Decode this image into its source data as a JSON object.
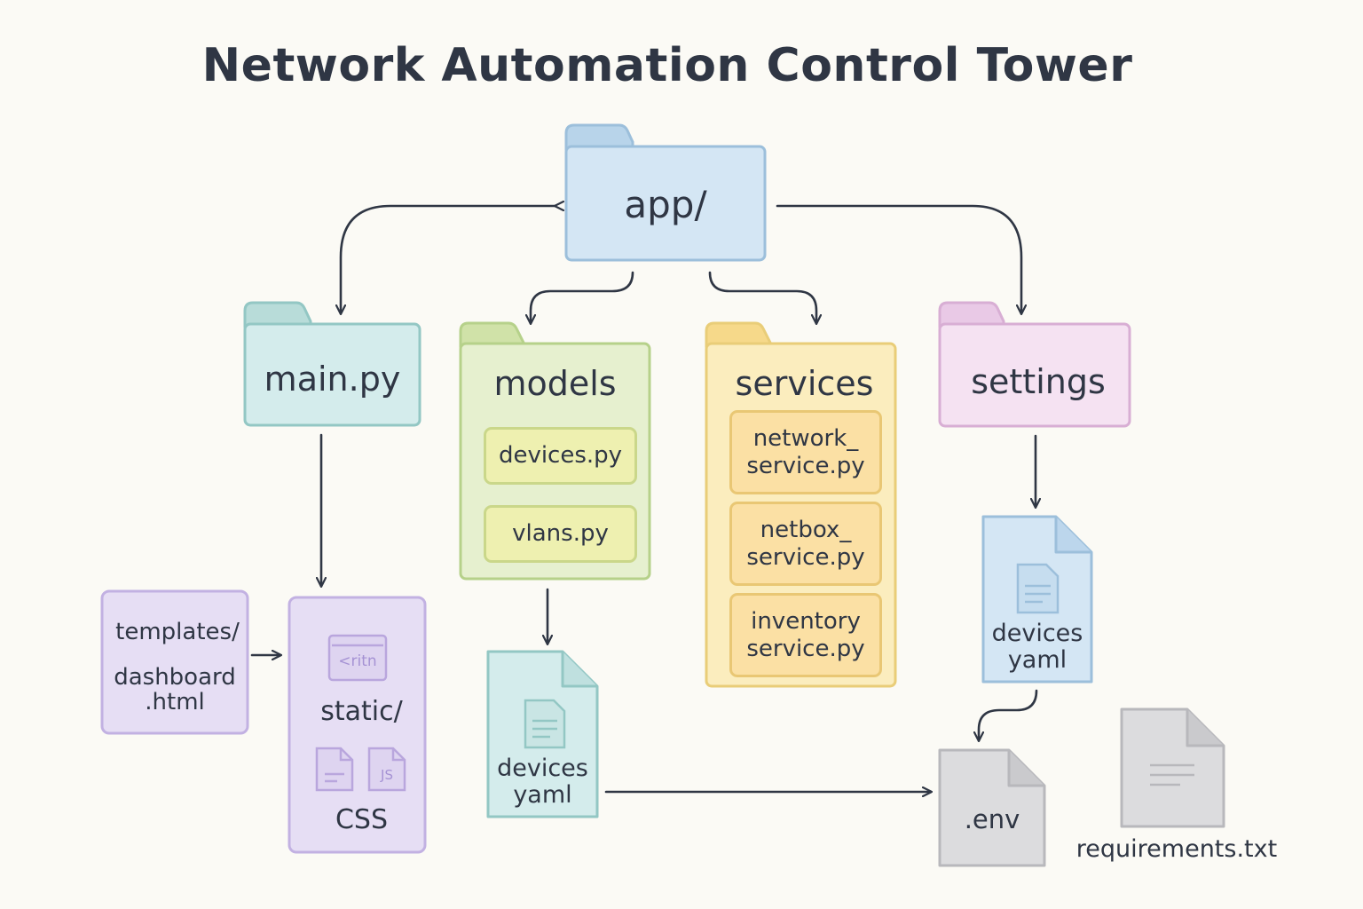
{
  "title": "Network Automation Control Tower",
  "nodes": {
    "app": "app/",
    "main": "main.py",
    "models": {
      "label": "models",
      "files": [
        "devices.py",
        "vlans.py"
      ]
    },
    "services": {
      "label": "services",
      "files": [
        "network_\nservice.py",
        "netbox_\nservice.py",
        "inventory\nservice.py"
      ]
    },
    "settings": "settings",
    "templates": {
      "label": "templates/",
      "file": "dashboard\n.html"
    },
    "static": {
      "label": "static/",
      "css": "CSS",
      "html_icon_text": "<ritn",
      "js_icon_text": "JS"
    },
    "models_yaml": "devices\nyaml",
    "settings_yaml": "devices\nyaml",
    "env": ".env",
    "requirements": "requirements.txt"
  },
  "colors": {
    "blue": "#d4e6f4",
    "teal": "#d4ecec",
    "green": "#e6f0cf",
    "yellow": "#fbedbe",
    "pink": "#f5e2f2",
    "purple": "#e6def4",
    "gray": "#dcdcde",
    "arrow": "#2f3644"
  }
}
